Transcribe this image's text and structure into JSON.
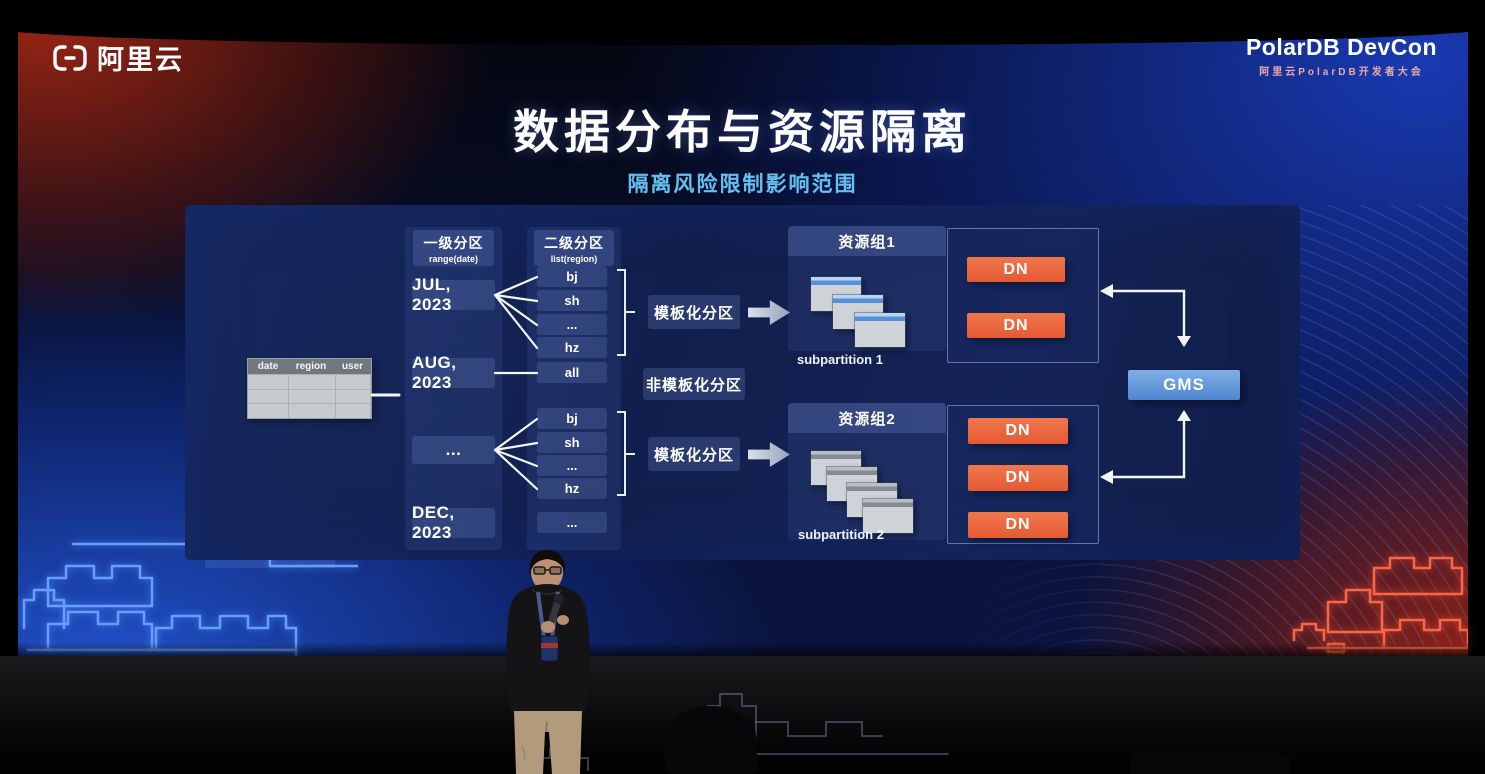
{
  "brand": {
    "alibaba_logo_text": "阿里云",
    "event_title": "PolarDB DevCon",
    "event_subtitle": "阿里云PolarDB开发者大会"
  },
  "slide": {
    "title": "数据分布与资源隔离",
    "subtitle": "隔离风险限制影响范围"
  },
  "diagram": {
    "table": {
      "headers": [
        "date",
        "region",
        "user"
      ],
      "body_rows": 3
    },
    "level1": {
      "title": "一级分区",
      "subtitle": "range(date)",
      "items": [
        "JUL, 2023",
        "AUG, 2023",
        "...",
        "DEC, 2023"
      ]
    },
    "level2": {
      "title": "二级分区",
      "subtitle": "list(region)",
      "group1": [
        "bj",
        "sh",
        "...",
        "hz"
      ],
      "all_item": "all",
      "group2": [
        "bj",
        "sh",
        "...",
        "hz"
      ],
      "tail_item": "..."
    },
    "labels": {
      "templated_top": "模板化分区",
      "non_templated": "非模板化分区",
      "templated_bottom": "模板化分区"
    },
    "resource_group1": {
      "title": "资源组1",
      "caption": "subpartition 1",
      "window_count": 3
    },
    "resource_group2": {
      "title": "资源组2",
      "caption": "subpartition 2",
      "window_count": 4
    },
    "dn_label": "DN",
    "gms_label": "GMS"
  },
  "colors": {
    "dn_orange": "#ea6038",
    "gms_blue": "#5d97dd",
    "subtitle_blue": "#63c1f2",
    "brick_blue": "#5f9cff",
    "brick_red": "#ff6247"
  }
}
